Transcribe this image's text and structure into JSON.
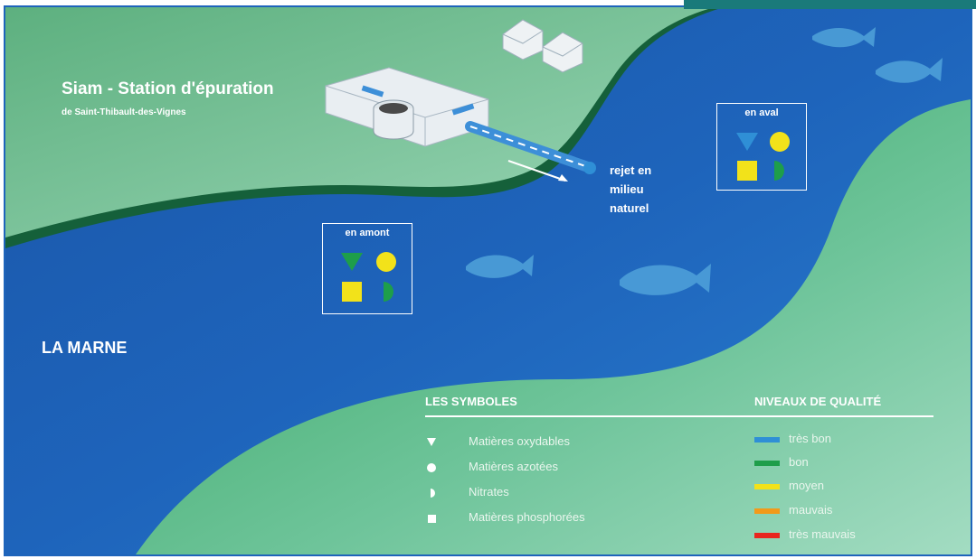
{
  "plant": {
    "title": "Siam - Station d'épuration",
    "subtitle": "de Saint-Thibault-des-Vignes",
    "discharge_label": "rejet en\nmilieu\nnaturel"
  },
  "river": {
    "name": "LA MARNE"
  },
  "stations": {
    "downstream": {
      "label": "en aval",
      "oxidizable": "tres_bon",
      "nitrogen": "moyen",
      "phosphorus": "moyen",
      "nitrates": "bon"
    },
    "upstream": {
      "label": "en amont",
      "oxidizable": "bon",
      "nitrogen": "moyen",
      "phosphorus": "moyen",
      "nitrates": "bon"
    }
  },
  "legend": {
    "symbols_heading": "LES SYMBOLES",
    "quality_heading": "NIVEAUX DE QUALITÉ",
    "symbols": [
      {
        "shape": "triangle-down",
        "label": "Matières oxydables"
      },
      {
        "shape": "circle",
        "label": "Matières azotées"
      },
      {
        "shape": "half-circle",
        "label": "Nitrates"
      },
      {
        "shape": "square",
        "label": "Matières phosphorées"
      }
    ],
    "levels": [
      {
        "key": "tres_bon",
        "label": "très bon",
        "color": "#2f8fd6"
      },
      {
        "key": "bon",
        "label": "bon",
        "color": "#1e9e4a"
      },
      {
        "key": "moyen",
        "label": "moyen",
        "color": "#f2e21a"
      },
      {
        "key": "mauvais",
        "label": "mauvais",
        "color": "#f29a1a"
      },
      {
        "key": "tres_mauvais",
        "label": "très mauvais",
        "color": "#e8261e"
      }
    ]
  },
  "colors": {
    "bank": "#3aa65e",
    "bank_light": "#7fc9a3",
    "water": "#1f63b8",
    "water_light": "#3d8fd8",
    "dark_edge": "#16603a"
  }
}
